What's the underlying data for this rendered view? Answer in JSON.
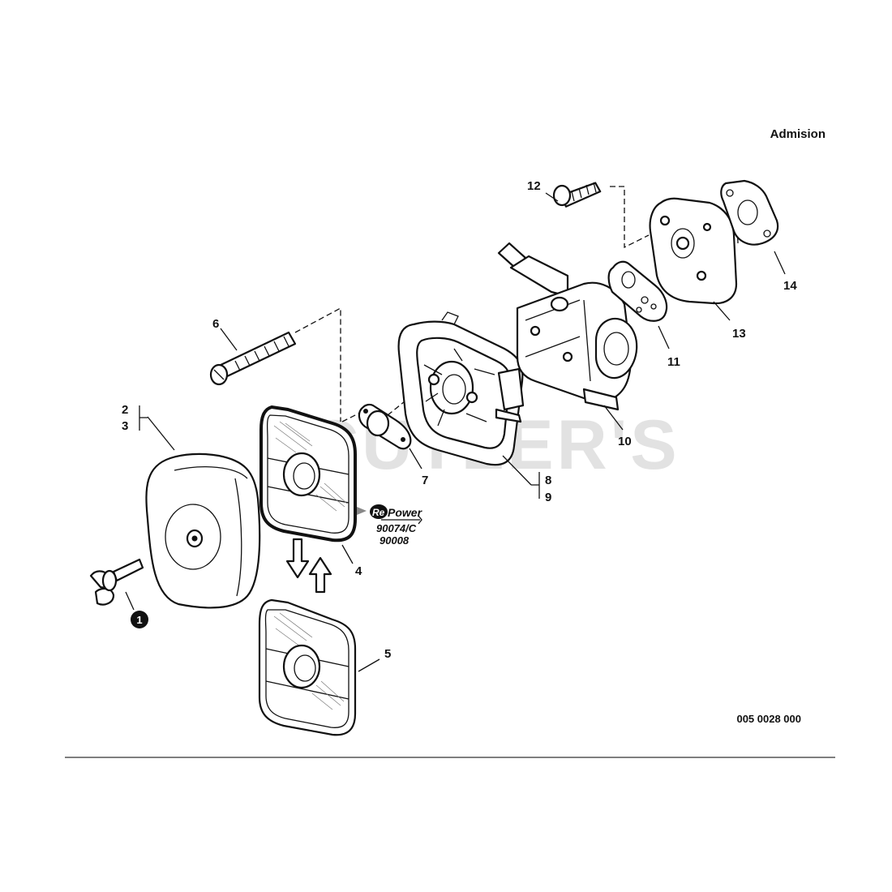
{
  "header": {
    "section_title": "Admision"
  },
  "watermark": {
    "text": "CUTLER'S"
  },
  "callouts": {
    "c1": "1",
    "c2": "2",
    "c3": "3",
    "c4": "4",
    "c5": "5",
    "c6": "6",
    "c7": "7",
    "c8": "8",
    "c9": "9",
    "c10": "10",
    "c11": "11",
    "c12": "12",
    "c13": "13",
    "c14": "14"
  },
  "repower": {
    "brand_re": "Re",
    "brand_power": "Power",
    "part_a": "90074/C",
    "part_b": "90008"
  },
  "footer": {
    "diagram_code": "005 0028 000"
  },
  "colors": {
    "ink": "#111111",
    "watermark": "#e2e2e2",
    "background": "#ffffff"
  }
}
